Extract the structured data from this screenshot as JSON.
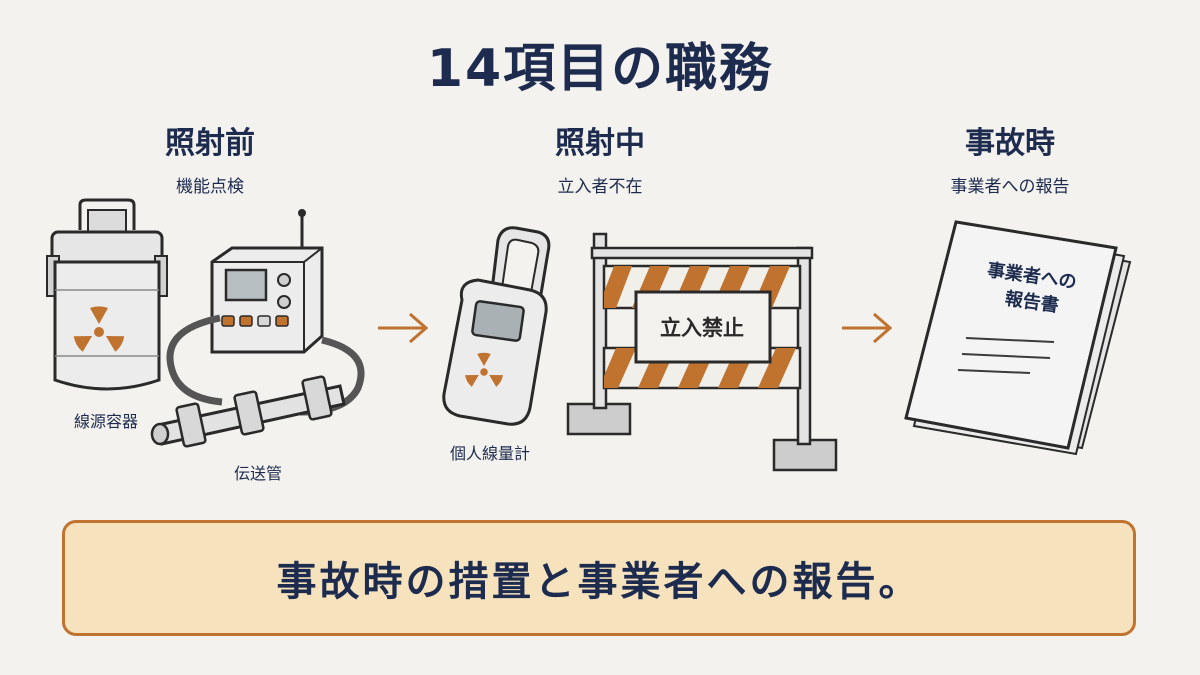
{
  "title": "14項目の職務",
  "stages": [
    {
      "title": "照射前",
      "subtitle": "機能点検"
    },
    {
      "title": "照射中",
      "subtitle": "立入者不在"
    },
    {
      "title": "事故時",
      "subtitle": "事業者への報告"
    }
  ],
  "labels": {
    "source_container": "線源容器",
    "transfer_tube": "伝送管",
    "dosimeter": "個人線量計",
    "barrier_sign": "立入禁止",
    "report_line1": "事業者への",
    "report_line2": "報告書"
  },
  "banner": "事故時の措置と事業者への報告。",
  "icons": [
    "radiation-icon",
    "arrow-right-icon"
  ],
  "colors": {
    "navy": "#1d2b4f",
    "orange": "#c0722f",
    "banner_bg": "#f6e3bd",
    "background": "#f4f2ee"
  }
}
